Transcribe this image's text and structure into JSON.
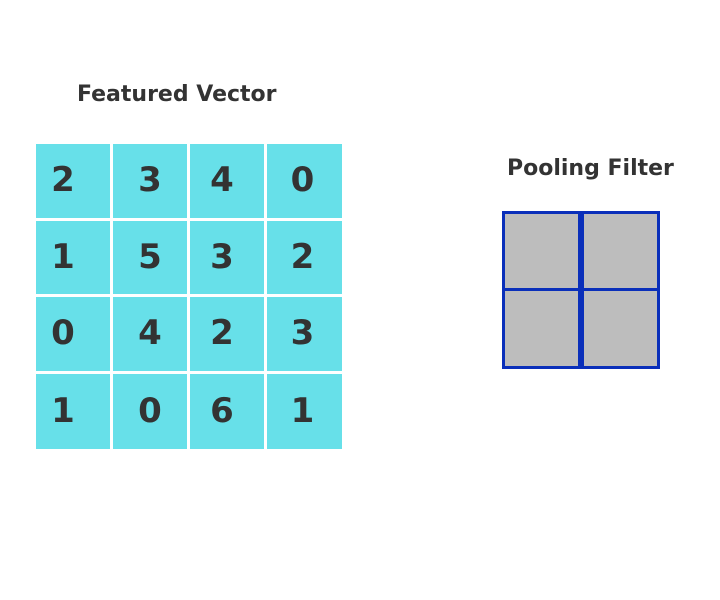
{
  "feature_vector": {
    "title": "Featured Vector",
    "cell_color": "#67e0e9",
    "rows": [
      [
        "2",
        "3",
        "4",
        "0"
      ],
      [
        "1",
        "5",
        "3",
        "2"
      ],
      [
        "0",
        "4",
        "2",
        "3"
      ],
      [
        "1",
        "0",
        "6",
        "1"
      ]
    ]
  },
  "pooling_filter": {
    "title": "Pooling Filter",
    "border_color": "#0a2fba",
    "cell_color": "#bdbdbd",
    "size": [
      2,
      2
    ]
  }
}
